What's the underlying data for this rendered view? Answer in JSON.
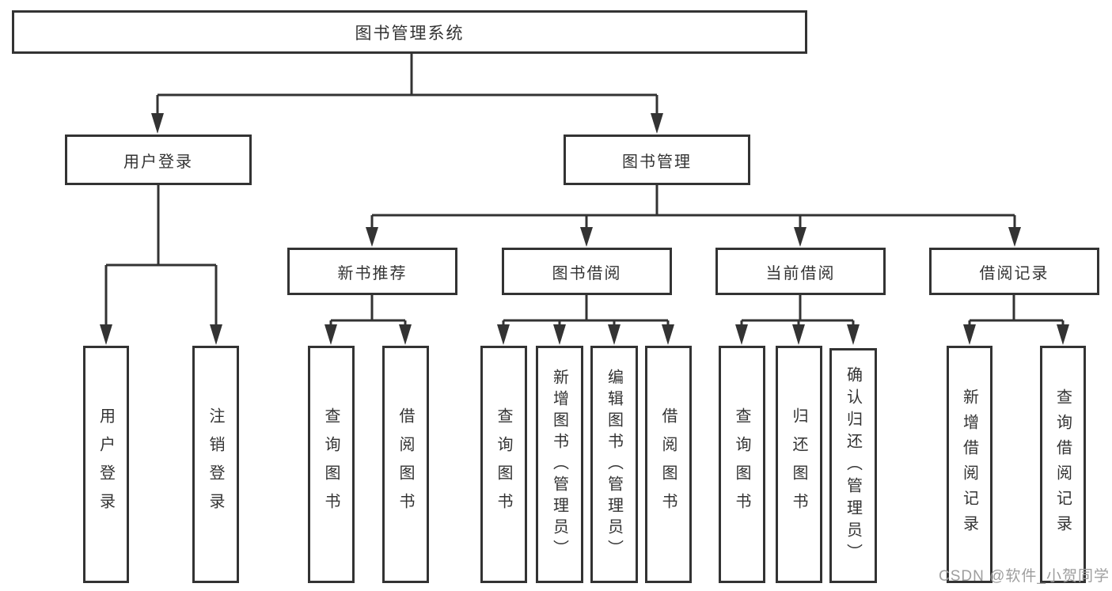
{
  "colors": {
    "line": "#333333",
    "box_border": "#333333",
    "box_fill": "#ffffff",
    "text": "#333333",
    "watermark": "#9e9e9e"
  },
  "watermark": "CSDN @软件_小贺同学",
  "tree": {
    "root": {
      "label": "图书管理系统",
      "children": [
        {
          "label": "用户登录",
          "children": [
            {
              "label": "用户登录"
            },
            {
              "label": "注销登录"
            }
          ]
        },
        {
          "label": "图书管理",
          "children": [
            {
              "label": "新书推荐",
              "children": [
                {
                  "label": "查询图书"
                },
                {
                  "label": "借阅图书"
                }
              ]
            },
            {
              "label": "图书借阅",
              "children": [
                {
                  "label": "查询图书"
                },
                {
                  "label": "新增图书（管理员）"
                },
                {
                  "label": "编辑图书（管理员）"
                },
                {
                  "label": "借阅图书"
                }
              ]
            },
            {
              "label": "当前借阅",
              "children": [
                {
                  "label": "查询图书"
                },
                {
                  "label": "归还图书"
                },
                {
                  "label": "确认归还（管理员）"
                }
              ]
            },
            {
              "label": "借阅记录",
              "children": [
                {
                  "label": "新增借阅记录"
                },
                {
                  "label": "查询借阅记录"
                }
              ]
            }
          ]
        }
      ]
    }
  }
}
